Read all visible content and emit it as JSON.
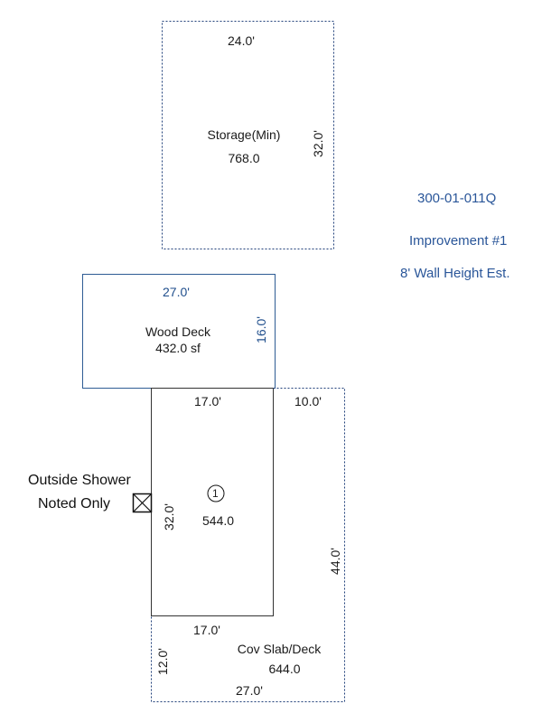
{
  "storage": {
    "name": "Storage(Min)",
    "area": "768.0",
    "top_dim": "24.0'",
    "right_dim": "32.0'"
  },
  "deck": {
    "name": "Wood Deck",
    "area": "432.0 sf",
    "top_dim": "27.0'",
    "right_dim": "16.0'"
  },
  "main": {
    "number": "1",
    "area": "544.0",
    "top_dim": "17.0'",
    "left_dim": "32.0'"
  },
  "cov_slab": {
    "name": "Cov Slab/Deck",
    "area": "644.0",
    "top_dim": "10.0'",
    "right_dim": "44.0'",
    "inner_dim": "17.0'",
    "left_dim": "12.0'",
    "bottom_dim": "27.0'"
  },
  "shower_note": {
    "line1": "Outside Shower",
    "line2": "Noted Only"
  },
  "info": {
    "parcel": "300-01-011Q",
    "improvement": "Improvement #1",
    "wall_height": "8' Wall Height Est."
  },
  "colors": {
    "solid_line": "#333333",
    "deck_line": "#2e5c94",
    "dotted_line": "#1f3f7a",
    "info_text": "#2a5699"
  }
}
